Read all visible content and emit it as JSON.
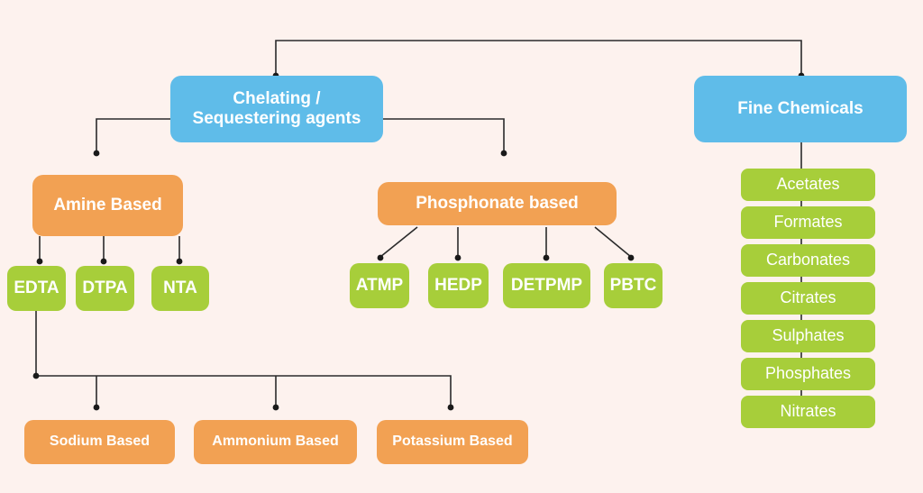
{
  "diagram": {
    "title": "Chelating / Sequestering agents and Fine Chemicals product tree",
    "background_color": "#fdf2ee",
    "colors": {
      "blue": "#5fbce9",
      "orange": "#f2a153",
      "green": "#a7ce3a",
      "connector": "#2b2b2b",
      "text": "#ffffff"
    },
    "nodes": {
      "chelating": "Chelating /\nSequestering agents",
      "fine_chemicals": "Fine Chemicals",
      "amine_based": "Amine Based",
      "phosphonate_based": "Phosphonate based",
      "edta": "EDTA",
      "dtpa": "DTPA",
      "nta": "NTA",
      "atmp": "ATMP",
      "hedp": "HEDP",
      "detpmp": "DETPMP",
      "pbtc": "PBTC",
      "sodium_based": "Sodium Based",
      "ammonium_based": "Ammonium Based",
      "potassium_based": "Potassium Based",
      "acetates": "Acetates",
      "formates": "Formates",
      "carbonates": "Carbonates",
      "citrates": "Citrates",
      "sulphates": "Sulphates",
      "phosphates": "Phosphates",
      "nitrates": "Nitrates"
    }
  }
}
